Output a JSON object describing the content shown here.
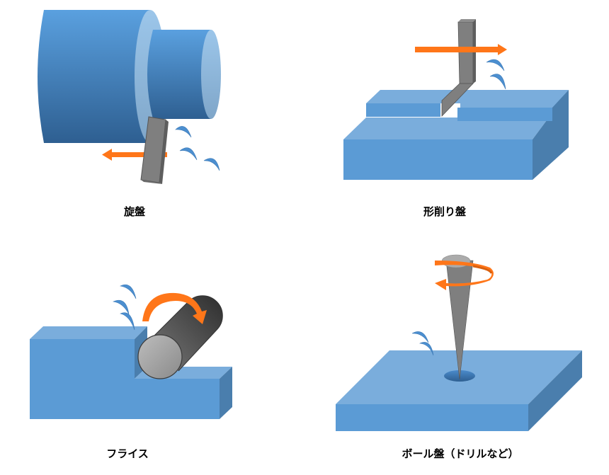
{
  "diagram": {
    "panels": [
      {
        "id": "lathe",
        "label": "旋盤",
        "tool": "single-point cutting tool",
        "motion": "feed-arrow-left"
      },
      {
        "id": "shaper",
        "label": "形削り盤",
        "tool": "shaper cutting tool",
        "motion": "stroke-arrow-right"
      },
      {
        "id": "milling",
        "label": "フライス",
        "tool": "rotating milling cutter",
        "motion": "rotation-arrow"
      },
      {
        "id": "drilling",
        "label": "ボール盤（ドリルなど）",
        "tool": "drill bit",
        "motion": "spiral-rotation-arrow"
      }
    ],
    "colors": {
      "workpiece_blue": "#5B9BD5",
      "workpiece_top": "#7AADDC",
      "workpiece_side": "#4A7EAD",
      "cylinder_dark": "#2E5F91",
      "tool_gray": "#7F7F7F",
      "arrow_orange": "#FF7619",
      "chip_blue": "#4C8FD0"
    }
  }
}
